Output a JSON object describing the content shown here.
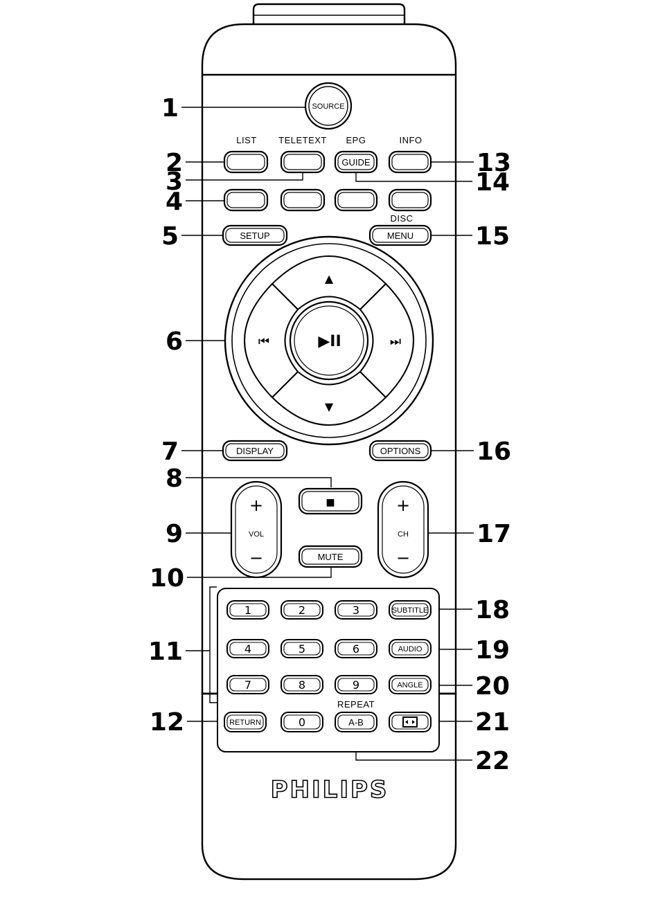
{
  "brand": "PHILIPS",
  "callouts": {
    "c1": "1",
    "c2": "2",
    "c3": "3",
    "c4": "4",
    "c5": "5",
    "c6": "6",
    "c7": "7",
    "c8": "8",
    "c9": "9",
    "c10": "10",
    "c11": "11",
    "c12": "12",
    "c13": "13",
    "c14": "14",
    "c15": "15",
    "c16": "16",
    "c17": "17",
    "c18": "18",
    "c19": "19",
    "c20": "20",
    "c21": "21",
    "c22": "22"
  },
  "top_labels": {
    "list": "LIST",
    "teletext": "TELETEXT",
    "epg": "EPG",
    "info": "INFO",
    "disc": "DISC",
    "repeat": "REPEAT"
  },
  "buttons": {
    "source": "SOURCE",
    "guide": "GUIDE",
    "setup": "SETUP",
    "menu": "MENU",
    "display": "DISPLAY",
    "options": "OPTIONS",
    "mute": "MUTE",
    "vol": "VOL",
    "ch": "CH",
    "plus": "+",
    "minus": "−",
    "subtitle": "SUBTITLE",
    "audio": "AUDIO",
    "angle": "ANGLE",
    "return": "RETURN",
    "ab": "A-B"
  },
  "digits": {
    "d1": "1",
    "d2": "2",
    "d3": "3",
    "d4": "4",
    "d5": "5",
    "d6": "6",
    "d7": "7",
    "d8": "8",
    "d9": "9",
    "d0": "0"
  },
  "symbols": {
    "up": "▲",
    "down": "▼",
    "prev": "⏮",
    "next": "⏭",
    "play_pause": "▶II",
    "stop": "■"
  },
  "icons": {
    "zoom": "aspect-ratio-icon"
  }
}
